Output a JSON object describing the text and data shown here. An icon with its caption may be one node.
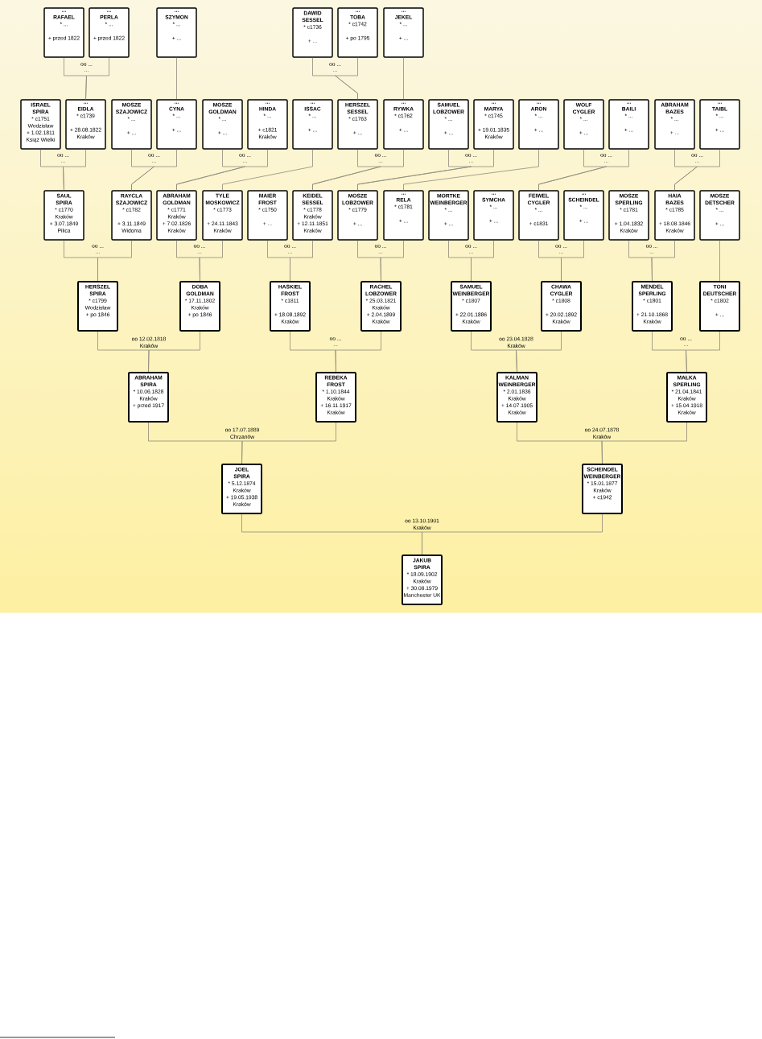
{
  "diagram": {
    "nodes": [
      {
        "text": [
          "... RAFAEL",
          "* ...",
          "+ przed 1822"
        ]
      },
      {
        "text": [
          "... PERLA",
          "* ...",
          "+ przed 1822"
        ]
      },
      {
        "text": [
          "... SZYMON",
          "* ...",
          "+ ..."
        ]
      },
      {
        "text": [
          "DAWID SESSEL",
          "* c1736",
          "+ ..."
        ]
      },
      {
        "text": [
          "... TOBA",
          "* c1742",
          "+ po 1795"
        ]
      },
      {
        "text": [
          "... JEKEL",
          "* ...",
          "+ ..."
        ]
      },
      {
        "text": [
          "ISRAEL SPIRA",
          "* c1751",
          "Wodzisław",
          "+ 1.02.1811",
          "Książ Wielki"
        ]
      },
      {
        "text": [
          "... EIDLA",
          "* c1739",
          "+ 28.08.1822",
          "Kraków"
        ]
      },
      {
        "text": [
          "MOSZE SZAJOWICZ",
          "* ...",
          "+ ..."
        ]
      },
      {
        "text": [
          "... CYNA",
          "* ...",
          "+ ..."
        ]
      },
      {
        "text": [
          "MOSZE GOLDMAN",
          "* ...",
          "+ ..."
        ]
      },
      {
        "text": [
          "... HINDA",
          "* ...",
          "+ c1821",
          "Kraków"
        ]
      },
      {
        "text": [
          "... ISSAC",
          "* ...",
          "+ ..."
        ]
      },
      {
        "text": [
          "HERSZEL SESSEL",
          "* c1763",
          "+ ..."
        ]
      },
      {
        "text": [
          "... RYWKA",
          "* c1762",
          "+ ..."
        ]
      },
      {
        "text": [
          "SAMUEL LOBZOWER",
          "* ...",
          "+ ..."
        ]
      },
      {
        "text": [
          "... MARYA",
          "* c1745",
          "+ 19.01.1835",
          "Kraków"
        ]
      },
      {
        "text": [
          "... ARON",
          "* ...",
          "+ ..."
        ]
      },
      {
        "text": [
          "WOLF CYGLER",
          "* ...",
          "+ ..."
        ]
      },
      {
        "text": [
          "... BAILI",
          "* ...",
          "+ ..."
        ]
      },
      {
        "text": [
          "ABRAHAM BAZES",
          "* ...",
          "+ ..."
        ]
      },
      {
        "text": [
          "... TAIBL",
          "* ...",
          "+ ..."
        ]
      },
      {
        "text": [
          "SAUL SPIRA",
          "* c1770",
          "Kraków",
          "+ 3.07.1849",
          "Pilica"
        ]
      },
      {
        "text": [
          "RAYCLA SZAJOWICZ",
          "* c1782",
          "+ 3.11.1849",
          "Widoma"
        ]
      },
      {
        "text": [
          "ABRAHAM GOLDMAN",
          "* c1771",
          "Kraków",
          "+ 7.02.1826",
          "Kraków"
        ]
      },
      {
        "text": [
          "TYLE MOSKOWICZ",
          "* c1773",
          "+ 24.11.1843",
          "Kraków"
        ]
      },
      {
        "text": [
          "MAIER FROST",
          "* c1750",
          "+ ..."
        ]
      },
      {
        "text": [
          "KEIDEL SESSEL",
          "* c1778",
          "Kraków",
          "+ 12.11.1851",
          "Kraków"
        ]
      },
      {
        "text": [
          "MOSZE LOBZOWER",
          "* c1779",
          "+ ..."
        ]
      },
      {
        "text": [
          "... RELA",
          "* c1781",
          "+ ..."
        ]
      },
      {
        "text": [
          "MORTKE WEINBERGER",
          "* ...",
          "+ ..."
        ]
      },
      {
        "text": [
          "... SYMCHA",
          "* ...",
          "+ ..."
        ]
      },
      {
        "text": [
          "FEIWEL CYGLER",
          "* ...",
          "+ c1831"
        ]
      },
      {
        "text": [
          "... SCHEINDEL",
          "* ...",
          "+ ..."
        ]
      },
      {
        "text": [
          "MOSZE SPERLING",
          "* c1781",
          "+ 1.04.1832",
          "Kraków"
        ]
      },
      {
        "text": [
          "HAIA BAZES",
          "* c1785",
          "+ 18.08.1846",
          "Kraków"
        ]
      },
      {
        "text": [
          "MOSZE DETSCHER",
          "* ...",
          "+ ..."
        ]
      },
      {
        "text": [
          "HERSZEL SPIRA",
          "* c1799",
          "Wodzisław",
          "+ po 1846"
        ]
      },
      {
        "text": [
          "DOBA GOLDMAN",
          "* 17.11.1802",
          "Kraków",
          "+ po 1846"
        ]
      },
      {
        "text": [
          "HASKIEL FROST",
          "* c1811",
          "+ 18.08.1892",
          "Kraków"
        ]
      },
      {
        "text": [
          "RACHEL LOBZOWER",
          "* 25.03.1821",
          "Kraków",
          "+ 2.04.1899",
          "Kraków"
        ]
      },
      {
        "text": [
          "SAMUEL WEINBERGER",
          "* c1807",
          "+ 22.01.1886",
          "Kraków"
        ]
      },
      {
        "text": [
          "CHAWA CYGLER",
          "* c1808",
          "+ 20.02.1892",
          "Kraków"
        ]
      },
      {
        "text": [
          "MENDEL SPERLING",
          "* c1801",
          "+ 21.10.1868",
          "Kraków"
        ]
      },
      {
        "text": [
          "TONI DEUTSCHER",
          "* c1802",
          "+ ..."
        ]
      },
      {
        "text": [
          "ABRAHAM SPIRA",
          "* 10.06.1828",
          "Kraków",
          "+ przed 1917"
        ]
      },
      {
        "text": [
          "REBEKA FROST",
          "* 1.10.1844",
          "Kraków",
          "+ 16.11.1917",
          "Kraków"
        ]
      },
      {
        "text": [
          "KALMAN WEINBERGER",
          "* 2.01.1836",
          "Kraków",
          "+ 14.07.1905",
          "Kraków"
        ]
      },
      {
        "text": [
          "MAŁKA SPERLING",
          "* 21.04.1841",
          "Kraków",
          "+ 15.04.1918",
          "Kraków"
        ]
      },
      {
        "text": [
          "JOEL SPIRA",
          "* 5.12.1874",
          "Kraków",
          "+ 19.05.1938",
          "Kraków"
        ]
      },
      {
        "text": [
          "SCHEINDEL WEINBERGER",
          "* 15.01.1877",
          "Kraków",
          "+ c1942"
        ]
      },
      {
        "text": [
          "JAKUB SPIRA",
          "* 18.09.1902",
          "Kraków",
          "+ 30.08.1979",
          "Manchester UK"
        ]
      }
    ],
    "edges": [
      {
        "from": 0,
        "to": 7,
        "arrow": "none",
        "label": "oo ..."
      },
      {
        "from": 1,
        "to": 7,
        "arrow": "none",
        "label": "..."
      },
      {
        "from": 2,
        "to": 9,
        "arrow": "none"
      },
      {
        "from": 3,
        "to": 13,
        "arrow": "none",
        "label": "oo ..."
      },
      {
        "from": 4,
        "to": 13,
        "arrow": "none",
        "label": "..."
      },
      {
        "from": 5,
        "to": 14,
        "arrow": "none"
      },
      {
        "from": 6,
        "to": 22,
        "arrow": "none",
        "label": "oo ..."
      },
      {
        "from": 7,
        "to": 22,
        "arrow": "none",
        "label": "..."
      },
      {
        "from": 8,
        "to": 23,
        "arrow": "none",
        "label": "oo ..."
      },
      {
        "from": 9,
        "to": 23,
        "arrow": "none",
        "label": "..."
      },
      {
        "from": 10,
        "to": 24,
        "arrow": "none",
        "label": "oo ..."
      },
      {
        "from": 11,
        "to": 24,
        "arrow": "none",
        "label": "..."
      },
      {
        "from": 12,
        "to": 25,
        "arrow": "none"
      },
      {
        "from": 13,
        "to": 27,
        "arrow": "none",
        "label": "oo ..."
      },
      {
        "from": 14,
        "to": 27,
        "arrow": "none",
        "label": "..."
      },
      {
        "from": 15,
        "to": 28,
        "arrow": "none",
        "label": "oo ..."
      },
      {
        "from": 16,
        "to": 28,
        "arrow": "none",
        "label": "..."
      },
      {
        "from": 17,
        "to": 29,
        "arrow": "none"
      },
      {
        "from": 18,
        "to": 32,
        "arrow": "none",
        "label": "oo ..."
      },
      {
        "from": 19,
        "to": 32,
        "arrow": "none",
        "label": "..."
      },
      {
        "from": 20,
        "to": 35,
        "arrow": "none",
        "label": "oo ..."
      },
      {
        "from": 21,
        "to": 35,
        "arrow": "none",
        "label": "..."
      },
      {
        "from": 22,
        "to": 37,
        "arrow": "none",
        "label": "oo ..."
      },
      {
        "from": 23,
        "to": 37,
        "arrow": "none",
        "label": "..."
      },
      {
        "from": 24,
        "to": 38,
        "arrow": "none",
        "label": "oo ..."
      },
      {
        "from": 25,
        "to": 38,
        "arrow": "none",
        "label": "..."
      },
      {
        "from": 26,
        "to": 39,
        "arrow": "none",
        "label": "oo ..."
      },
      {
        "from": 27,
        "to": 39,
        "arrow": "none",
        "label": "..."
      },
      {
        "from": 28,
        "to": 40,
        "arrow": "none",
        "label": "oo ..."
      },
      {
        "from": 29,
        "to": 40,
        "arrow": "none",
        "label": "..."
      },
      {
        "from": 30,
        "to": 41,
        "arrow": "none",
        "label": "oo ..."
      },
      {
        "from": 31,
        "to": 41,
        "arrow": "none",
        "label": "..."
      },
      {
        "from": 32,
        "to": 42,
        "arrow": "none",
        "label": "oo ..."
      },
      {
        "from": 33,
        "to": 42,
        "arrow": "none",
        "label": "..."
      },
      {
        "from": 34,
        "to": 43,
        "arrow": "none",
        "label": "oo ..."
      },
      {
        "from": 35,
        "to": 43,
        "arrow": "none",
        "label": "..."
      },
      {
        "from": 36,
        "to": 44,
        "arrow": "none"
      },
      {
        "from": 37,
        "to": 45,
        "arrow": "none",
        "label": "oo 12.02.1818"
      },
      {
        "from": 38,
        "to": 45,
        "arrow": "none",
        "label": "Kraków"
      },
      {
        "from": 39,
        "to": 46,
        "arrow": "none",
        "label": "oo ..."
      },
      {
        "from": 40,
        "to": 46,
        "arrow": "none",
        "label": "..."
      },
      {
        "from": 41,
        "to": 47,
        "arrow": "none",
        "label": "oo 23.04.1828"
      },
      {
        "from": 42,
        "to": 47,
        "arrow": "none",
        "label": "Kraków"
      },
      {
        "from": 43,
        "to": 48,
        "arrow": "none",
        "label": "oo ..."
      },
      {
        "from": 44,
        "to": 48,
        "arrow": "none",
        "label": "..."
      },
      {
        "from": 45,
        "to": 49,
        "arrow": "none",
        "label": "oo 17.07.1889"
      },
      {
        "from": 46,
        "to": 49,
        "arrow": "none",
        "label": "Chrzanów"
      },
      {
        "from": 47,
        "to": 50,
        "arrow": "none",
        "label": "oo 24.07.1878"
      },
      {
        "from": 48,
        "to": 50,
        "arrow": "none",
        "label": "Kraków"
      },
      {
        "from": 49,
        "to": 51,
        "arrow": "none",
        "label": "oo 13.10.1901"
      },
      {
        "from": 50,
        "to": 51,
        "arrow": "none",
        "label": "Kraków"
      }
    ]
  }
}
